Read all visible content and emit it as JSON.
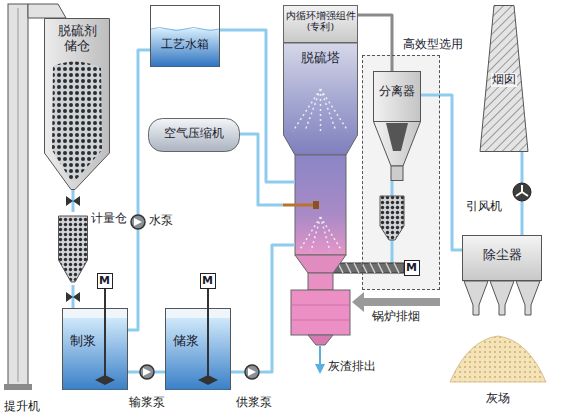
{
  "diagram": {
    "nodes": [
      {
        "text": [
          "脱硫剂 储仓"
        ]
      },
      {
        "text": [
          "工艺水箱"
        ]
      },
      {
        "text": [
          "计量仓"
        ]
      },
      {
        "text": [
          "空气压缩机"
        ]
      },
      {
        "text": [
          "M"
        ]
      },
      {
        "text": [
          "M"
        ]
      },
      {
        "text": [
          "制浆"
        ]
      },
      {
        "text": [
          "储浆"
        ]
      },
      {
        "text": [
          "脱硫塔"
        ]
      },
      {
        "text": [
          "内循环增强组件(专利)"
        ],
        "in": 8
      },
      {
        "text": [
          "高效型选用"
        ]
      },
      {
        "text": [
          "分离器"
        ],
        "in": 10
      },
      {
        "text": [
          "M"
        ]
      },
      {
        "text": [
          "烟囱"
        ]
      },
      {
        "text": [
          "除尘器"
        ]
      },
      {
        "text": [
          "灰场"
        ]
      }
    ],
    "edges": [
      {
        "from": 0,
        "to": 2,
        "arrow": "none"
      },
      {
        "from": 2,
        "to": 6,
        "arrow": "none"
      },
      {
        "from": 1,
        "to": 6,
        "arrow": "none"
      },
      {
        "from": 6,
        "to": 7,
        "arrow": "none"
      },
      {
        "from": 7,
        "to": 8,
        "arrow": "none"
      },
      {
        "from": 1,
        "to": 8,
        "arrow": "none"
      },
      {
        "from": 3,
        "to": 8,
        "arrow": "none"
      },
      {
        "from": 8,
        "to": 11,
        "arrow": "none"
      },
      {
        "from": 11,
        "to": 8,
        "arrow": "none"
      },
      {
        "from": 11,
        "to": 14,
        "arrow": "none"
      },
      {
        "from": 14,
        "to": 13,
        "arrow": "none"
      }
    ],
    "labels": [
      "提升机",
      "水泵",
      "输浆泵",
      "供浆泵",
      "锅炉排烟",
      "灰渣排出",
      "引风机"
    ]
  }
}
